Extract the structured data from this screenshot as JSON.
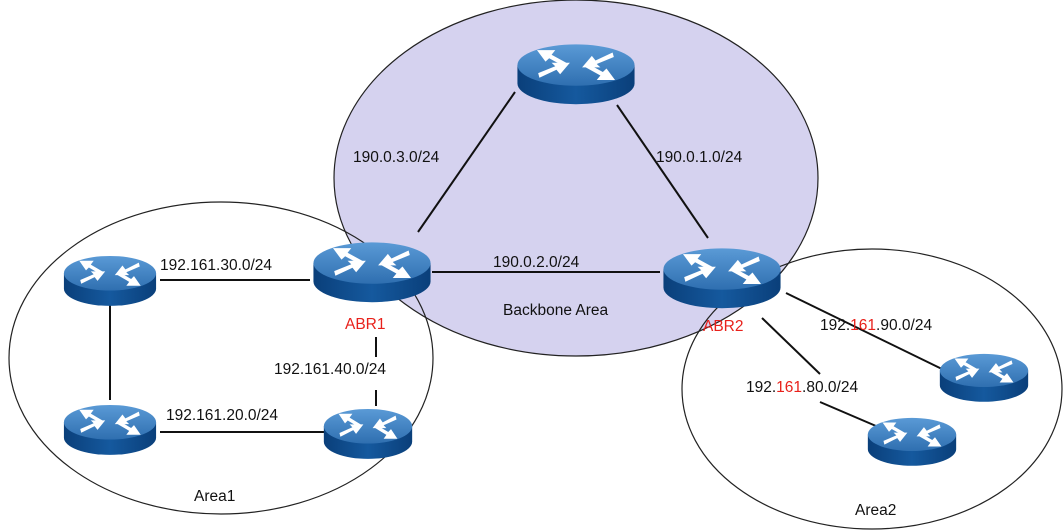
{
  "areas": {
    "backbone": "Backbone Area",
    "area1": "Area1",
    "area2": "Area2"
  },
  "routers": {
    "abr1": "ABR1",
    "abr2": "ABR2"
  },
  "links": {
    "top_left": "190.0.3.0/24",
    "top_right": "190.0.1.0/24",
    "abr1_abr2": "190.0.2.0/24",
    "a1_top": "192.161.30.0/24",
    "a1_right": "192.161.40.0/24",
    "a1_bottom": "192.161.20.0/24",
    "a2_right": {
      "pre": "192.",
      "mid": "161",
      "post": ".90.0/24"
    },
    "a2_bottom": {
      "pre": "192.",
      "mid": "161",
      "post": ".80.0/24"
    }
  },
  "colors": {
    "backbone_fill": "#d5d2ef",
    "router_top": "#3f7fc0",
    "router_side": "#0d4f94",
    "accent_red": "#e8211b"
  }
}
